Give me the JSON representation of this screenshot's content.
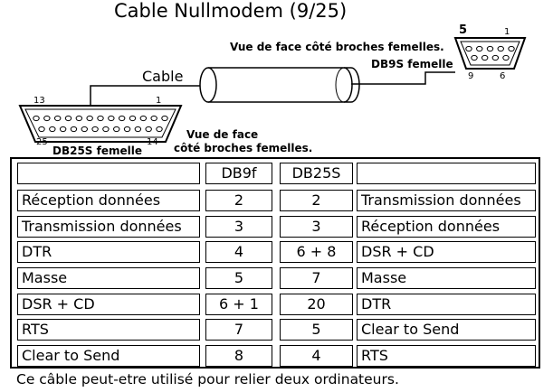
{
  "title": "Cable Nullmodem (9/25)",
  "cable_label": "Cable",
  "db9": {
    "view_label": "Vue de face côté broches femelles.",
    "name": "DB9S femelle",
    "pins": {
      "top_left": "5",
      "top_right": "1",
      "bottom_left": "9",
      "bottom_right": "6"
    }
  },
  "db25": {
    "view_label_line1": "Vue de face",
    "view_label_line2": "côté broches femelles.",
    "name": "DB25S femelle",
    "pins": {
      "top_left": "13",
      "top_right": "1",
      "bottom_left": "25",
      "bottom_right": "14"
    }
  },
  "table": {
    "headers": [
      "",
      "DB9f",
      "DB25S",
      ""
    ],
    "rows": [
      [
        "Réception données",
        "2",
        "2",
        "Transmission données"
      ],
      [
        "Transmission données",
        "3",
        "3",
        "Réception données"
      ],
      [
        "DTR",
        "4",
        "6 + 8",
        "DSR + CD"
      ],
      [
        "Masse",
        "5",
        "7",
        "Masse"
      ],
      [
        "DSR + CD",
        "6 + 1",
        "20",
        "DTR"
      ],
      [
        "RTS",
        "7",
        "5",
        "Clear to Send"
      ],
      [
        "Clear to Send",
        "8",
        "4",
        "RTS"
      ]
    ]
  },
  "footer": "Ce câble peut-etre utilisé pour relier deux ordinateurs."
}
